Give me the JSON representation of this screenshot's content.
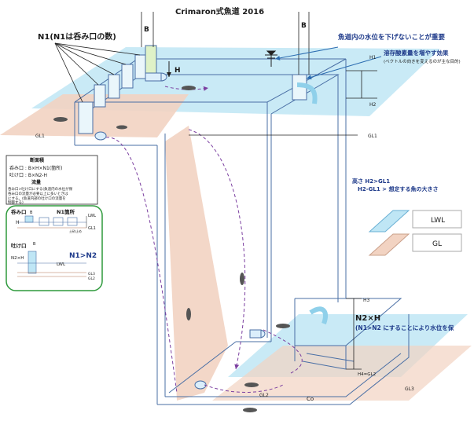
{
  "title": "Crimaron式魚道 2016",
  "labels": {
    "n1_label": "N1(N1は呑み口の数)",
    "b_top_left": "B",
    "b_top_right": "B",
    "h_label": "H",
    "water_level_note": "魚道内の水位を下げないことが重要",
    "h1": "H1",
    "h2": "H2",
    "h3": "H3",
    "do_effect": "溶存酸素量を増やす効果",
    "do_effect_sub": "(ベクトルの向きを変えるのが主な目的)",
    "gl1_left": "GL1",
    "gl1_right": "GL1",
    "height_note": "高さ H2>GL1",
    "height_note_2": "H2-GL1 > 想定する魚の大きさ",
    "n2h": "N2×H",
    "n1n2_note": "(N1>N2 にすることにより水位を保",
    "h4gl2": "H4=GL2",
    "gl2": "GL2",
    "gl3": "GL3",
    "co": "Co"
  },
  "legend": {
    "lwl": "LWL",
    "gl": "GL"
  },
  "info_box": {
    "heading_area": "断面積",
    "nomikuchi": "呑み口 : B×H×N1(箇所)",
    "hakiguchi": "吐け口 : B×N2-H",
    "heading_flow": "流量",
    "flow_text_1": "呑み口>吐け口にする(魚道内の水位が保",
    "flow_text_2": "呑み口の流量が必要以上に多いときは",
    "flow_text_3": "にする。(魚道内部の吐け口の流量を",
    "flow_text_4": "制御する)"
  },
  "inset": {
    "nomikuchi_label": "呑み口",
    "n1_sites": "N1箇所",
    "h": "H",
    "b": "B",
    "lwl": "LWL",
    "gl1": "GL1",
    "gl_small": "土砂止め",
    "hakiguchi_label": "吐け口",
    "b2": "B",
    "n2h": "N2×H",
    "lwl2": "LWL",
    "gl3": "GL3",
    "gl2": "GL2",
    "n1n2": "N1>N2"
  },
  "colors": {
    "water": "#bfe6f5",
    "ground": "#f2d3c2",
    "line": "#4a6fa5",
    "flow": "#7b3fa0",
    "inset_border": "#2e9a3c"
  }
}
